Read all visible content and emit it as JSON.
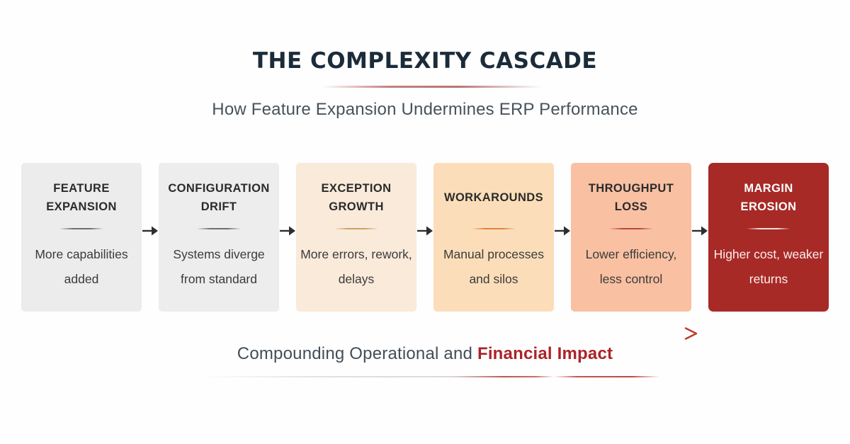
{
  "header": {
    "title": "THE COMPLEXITY CASCADE",
    "subtitle": "How Feature Expansion Undermines ERP Performance",
    "title_color": "#1c2b39",
    "subtitle_color": "#47525b",
    "divider_accent_color": "#bb7676"
  },
  "cascade": {
    "arrow_color": "#2e2e2e",
    "boxes": [
      {
        "heading_line1": "FEATURE",
        "heading_line2": "EXPANSION",
        "body": "More capabilities added",
        "bg": "#ececec",
        "heading_color": "#2b2b2b",
        "body_color": "#3b3b3b",
        "divider_color": "#6f6f6f"
      },
      {
        "heading_line1": "CONFIGURATION",
        "heading_line2": "DRIFT",
        "body": "Systems diverge from standard",
        "bg": "#ededed",
        "heading_color": "#2b2b2b",
        "body_color": "#3b3b3b",
        "divider_color": "#6f6f6f"
      },
      {
        "heading_line1": "EXCEPTION",
        "heading_line2": "GROWTH",
        "body": "More errors, rework, delays",
        "bg": "#faeada",
        "heading_color": "#2b2b2b",
        "body_color": "#3b3b3b",
        "divider_color": "#c9a26a"
      },
      {
        "heading_line1": "WORKAROUNDS",
        "body": "Manual processes and silos",
        "bg": "#fbdeb9",
        "heading_color": "#2b2b2b",
        "body_color": "#3b3b3b",
        "divider_color": "#e0813f"
      },
      {
        "heading_line1": "THROUGHPUT",
        "heading_line2": "LOSS",
        "body": "Lower efficiency, less control",
        "bg": "#f9c0a2",
        "heading_color": "#2b2b2b",
        "body_color": "#3b3b3b",
        "divider_color": "#b44a3e"
      },
      {
        "heading_line1": "MARGIN",
        "heading_line2": "EROSION",
        "body": "Higher cost, weaker returns",
        "bg": "#a72a26",
        "heading_color": "#ffffff",
        "body_color": "#fdeeee",
        "divider_color": "#ffffff"
      }
    ]
  },
  "footer": {
    "caption_gray": "Compounding Operational and ",
    "caption_red": "Financial Impact",
    "caption_gray_color": "#434e57",
    "caption_red_color": "#ab2328",
    "arrow_gray_color": "#d6d6d6",
    "arrow_red_color": "#c0392b"
  }
}
